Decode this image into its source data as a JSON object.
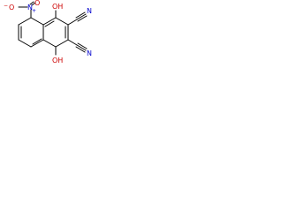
{
  "molecule": {
    "labels": {
      "nitro_o_top": "O",
      "nitro_o_left": "O",
      "nitro_o_left_charge": "−",
      "nitro_n": "N",
      "nitro_n_charge": "+",
      "oh_top": "OH",
      "oh_bottom": "OH",
      "cn_top_n": "N",
      "cn_bottom_n": "N"
    },
    "colors": {
      "bond": "#000000",
      "oxygen": "#cc0000",
      "nitrogen": "#0000cc"
    }
  }
}
